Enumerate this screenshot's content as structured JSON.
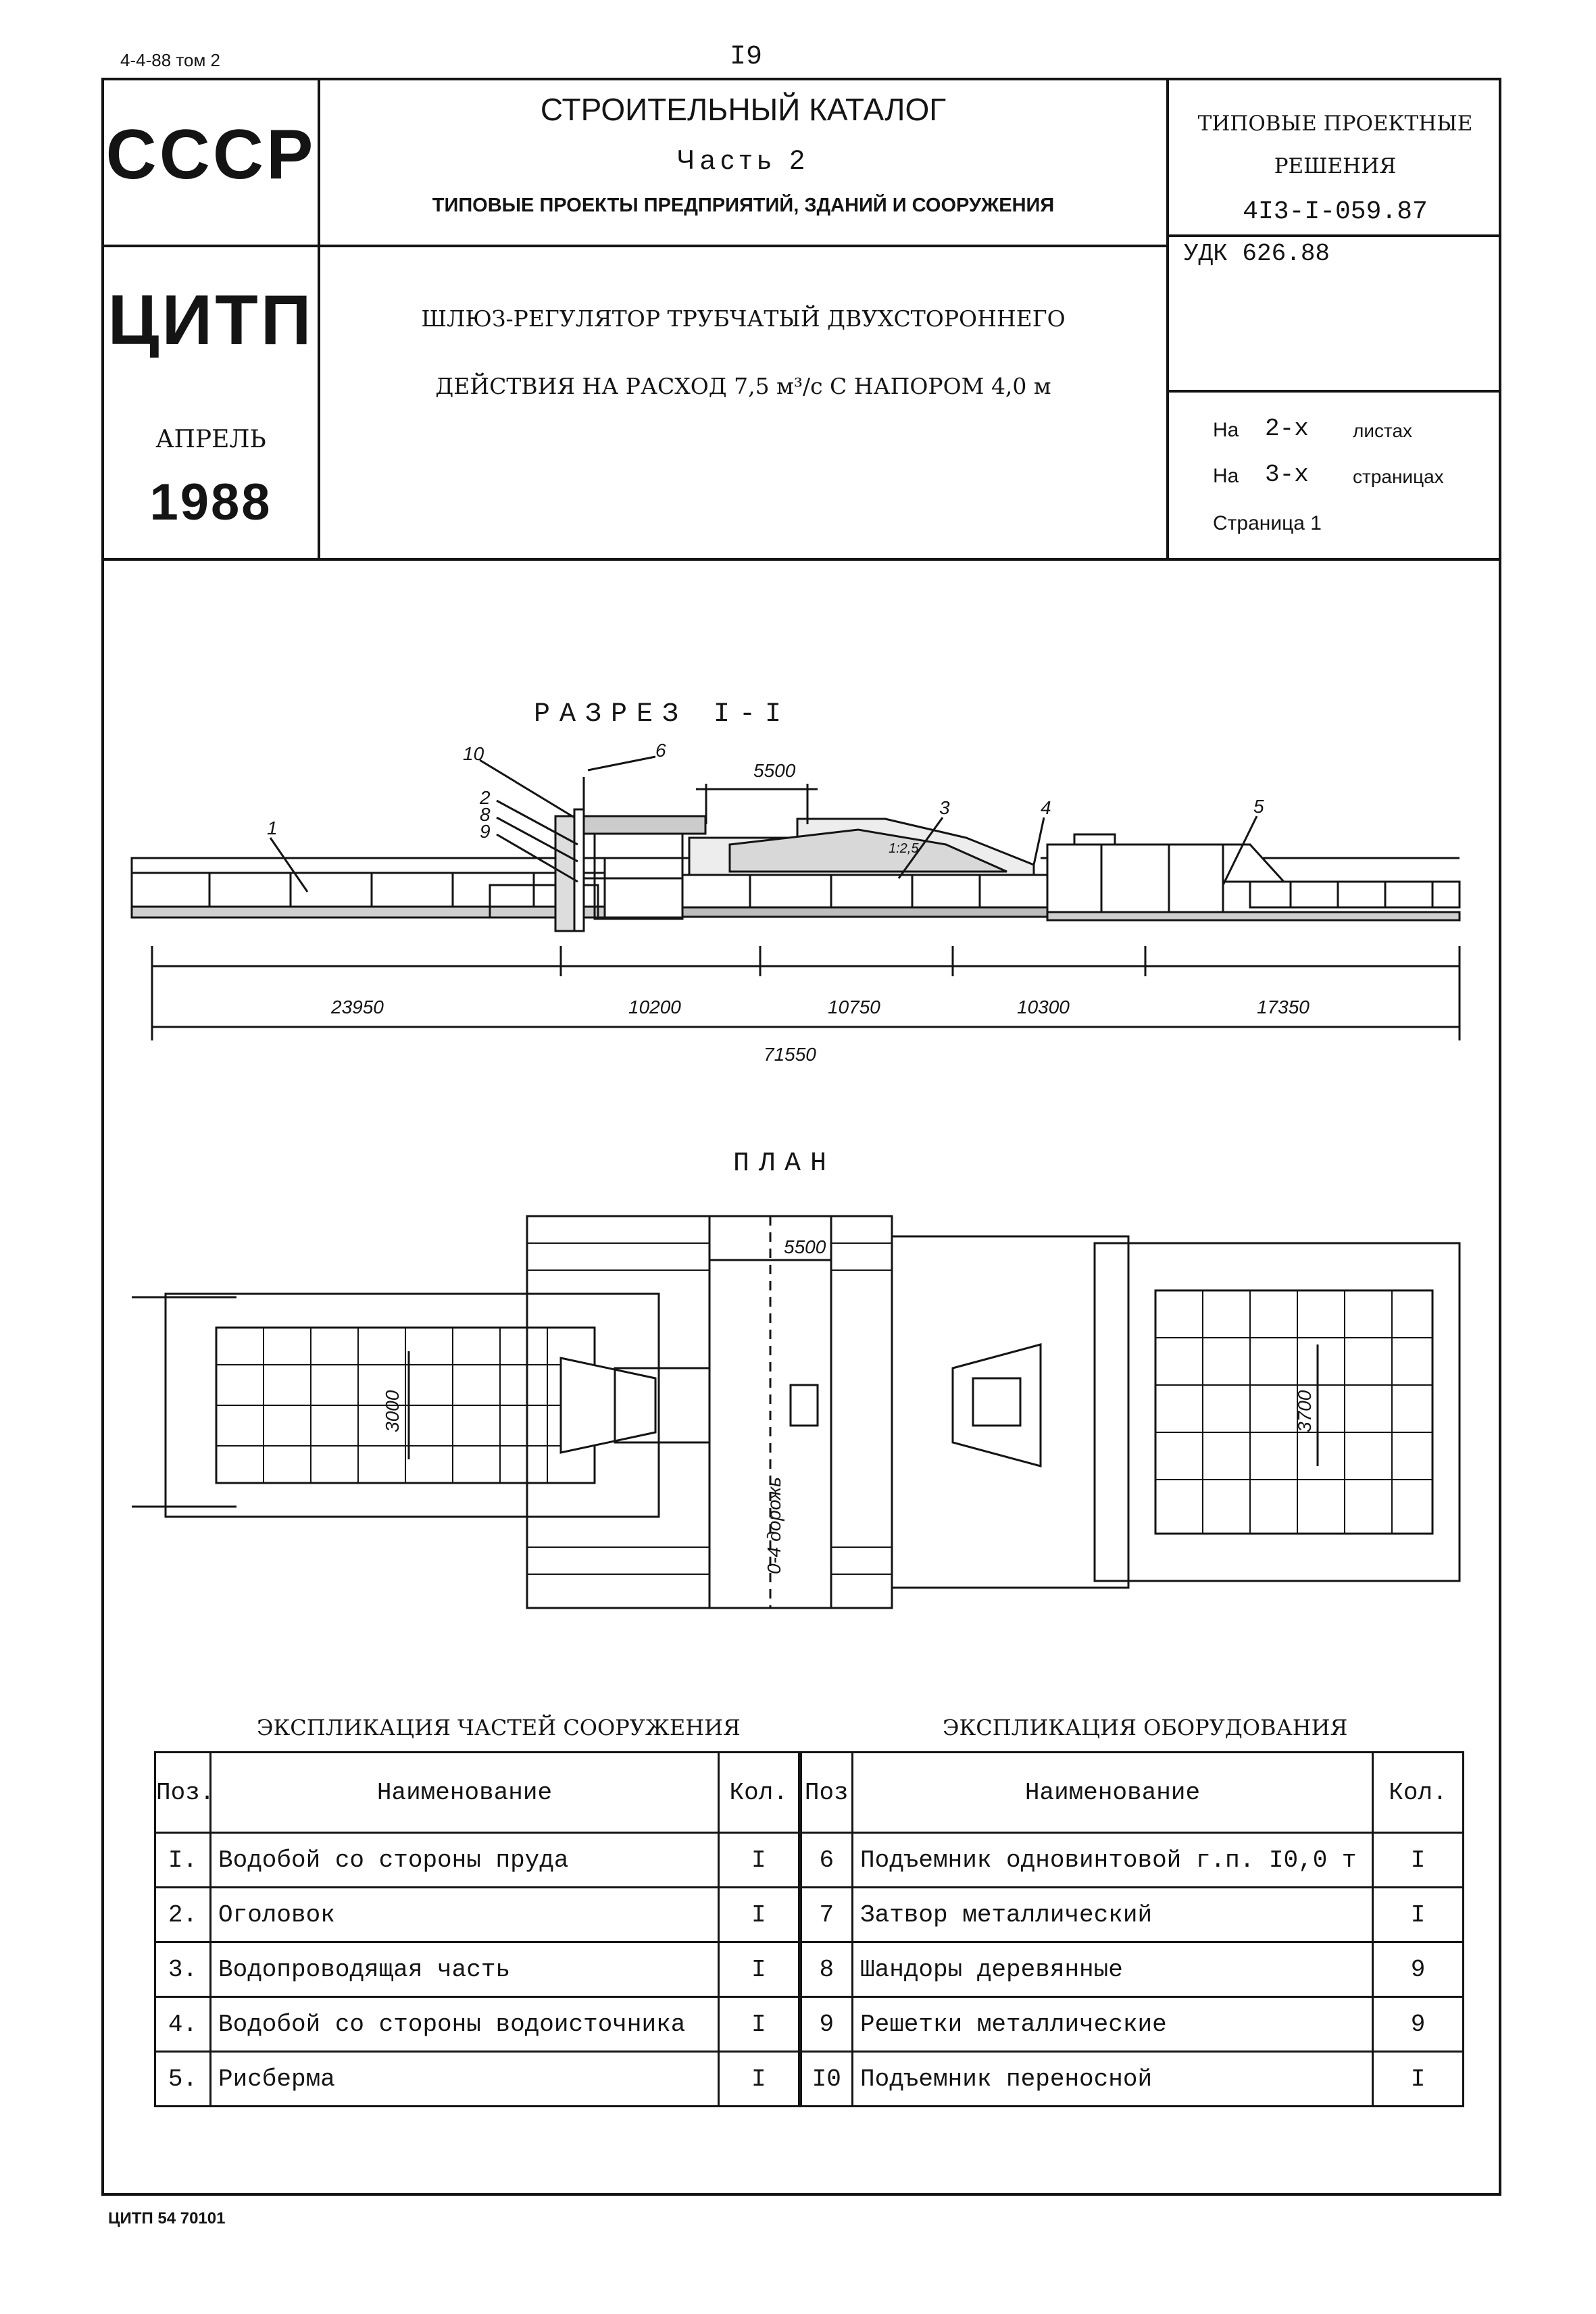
{
  "header": {
    "top_left_note": "4-4-88 том 2",
    "page_number": "I9",
    "country": "СССР",
    "org": "ЦИТП",
    "month": "АПРЕЛЬ",
    "year": "1988",
    "catalog_title": "СТРОИТЕЛЬНЫЙ КАТАЛОГ",
    "catalog_part": "Часть 2",
    "catalog_subtitle": "ТИПОВЫЕ ПРОЕКТЫ ПРЕДПРИЯТИЙ, ЗДАНИЙ И СООРУЖЕНИЯ",
    "typical_line1": "ТИПОВЫЕ ПРОЕКТНЫЕ",
    "typical_line2": "РЕШЕНИЯ",
    "project_code": "4I3-I-059.87",
    "udk": "УДК 626.88",
    "object_title_line1": "ШЛЮЗ-РЕГУЛЯТОР ТРУБЧАТЫЙ ДВУХСТОРОННЕГО",
    "object_title_line2": "ДЕЙСТВИЯ НА РАСХОД 7,5 м³/с С НАПОРОМ 4,0 м",
    "sheets_prefix": "На",
    "sheets_count": "2-х",
    "sheets_word": "листах",
    "pages_prefix": "На",
    "pages_count": "3-х",
    "pages_word": "страницах",
    "current_page": "Страница 1"
  },
  "section": {
    "title": "РАЗРЕЗ I-I",
    "top_dim": "5500",
    "slope_label": "1:2,5",
    "callouts": [
      "10",
      "2",
      "8",
      "9",
      "1",
      "6",
      "3",
      "4",
      "5"
    ],
    "dims": [
      "23950",
      "10200",
      "10750",
      "10300",
      "17350"
    ],
    "total_dim": "71550"
  },
  "plan": {
    "title": "ПЛАН",
    "top_dim": "5500",
    "left_width_dim": "3000",
    "right_width_dim": "3700",
    "road_label": "0-4 дорожь"
  },
  "tables": {
    "parts_title": "ЭКСПЛИКАЦИЯ ЧАСТЕЙ СООРУЖЕНИЯ",
    "equipment_title": "ЭКСПЛИКАЦИЯ ОБОРУДОВАНИЯ",
    "col_pos": "Поз.",
    "col_name": "Наименование",
    "col_qty": "Кол.",
    "col_pos2": "Поз",
    "col_name2": "Наименование",
    "col_qty2": "Кол.",
    "rows": [
      {
        "p": "I.",
        "name": "Водобой со стороны пруда",
        "q": "I",
        "p2": "6",
        "name2": "Подъемник одновинтовой г.п. I0,0 т",
        "q2": "I"
      },
      {
        "p": "2.",
        "name": "Оголовок",
        "q": "I",
        "p2": "7",
        "name2": "Затвор металлический",
        "q2": "I"
      },
      {
        "p": "3.",
        "name": "Водопроводящая часть",
        "q": "I",
        "p2": "8",
        "name2": "Шандоры деревянные",
        "q2": "9"
      },
      {
        "p": "4.",
        "name": "Водобой со стороны водоисточника",
        "q": "I",
        "p2": "9",
        "name2": "Решетки металлические",
        "q2": "9"
      },
      {
        "p": "5.",
        "name": "Рисберма",
        "q": "I",
        "p2": "I0",
        "name2": "Подъемник переносной",
        "q2": "I"
      }
    ]
  },
  "footer": {
    "stamp": "ЦИТП 54 70101"
  }
}
